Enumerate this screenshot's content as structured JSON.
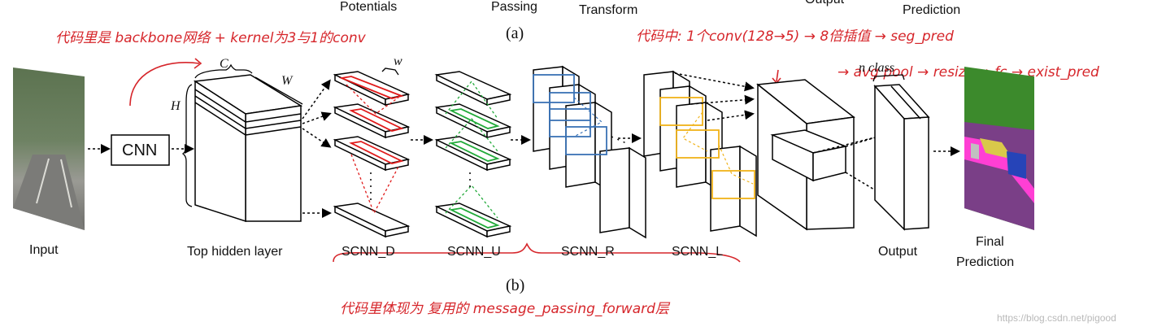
{
  "labels": {
    "top_potentials": "Potentials",
    "top_passing": "Passing",
    "top_transform": "Transform",
    "top_output": "Output",
    "top_prediction": "Prediction",
    "a": "(a)",
    "b": "(b)",
    "cnn": "CNN",
    "input": "Input",
    "top_hidden_layer": "Top hidden layer",
    "scnn_d": "SCNN_D",
    "scnn_u": "SCNN_U",
    "scnn_r": "SCNN_R",
    "scnn_l": "SCNN_L",
    "output": "Output",
    "final": "Final",
    "prediction": "Prediction",
    "dim_c": "C",
    "dim_w": "W",
    "dim_h": "H",
    "dim_w_small": "w",
    "n_class": "n class"
  },
  "annotations": {
    "note_backbone": "代码里是 backbone网络 + kernel为3与1的conv",
    "note_seg_line1": "代码中: 1个conv(128→5) → 8倍插值 → seg_pred",
    "note_seg_line2": "→ avg pool → resize → fc → exist_pred",
    "note_message": "代码里体现为 复用的 message_passing_forward层"
  },
  "watermark": "https://blog.csdn.net/pigood",
  "colors": {
    "annotation": "#d6262b",
    "scnn_d": "#e01b1b",
    "scnn_u": "#22aa3a",
    "scnn_r": "#3a72b5",
    "scnn_l": "#f0b31a"
  }
}
